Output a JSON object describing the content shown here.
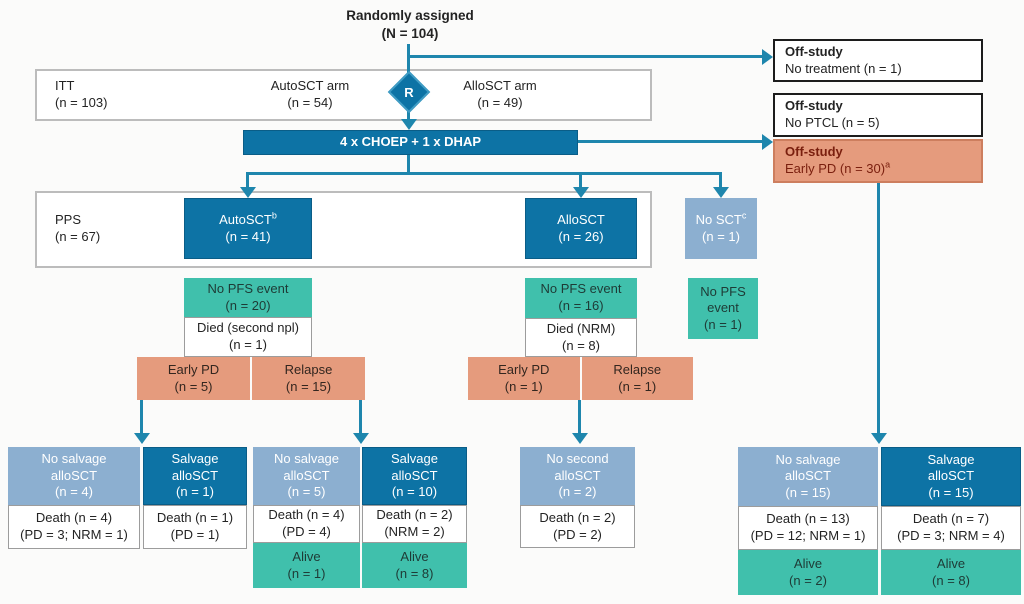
{
  "colors": {
    "dark_blue": "#0d73a5",
    "light_blue": "#8cafd0",
    "teal": "#40c0ac",
    "salmon": "#e59b7d",
    "arrow": "#1e86ad",
    "maroon": "#7a1f0e"
  },
  "top_label": {
    "l1": "Randomly assigned",
    "l2": "(N = 104)"
  },
  "r_badge": "R",
  "itt": {
    "name_l1": "ITT",
    "name_l2": "(n = 103)",
    "auto_arm_l1": "AutoSCT arm",
    "auto_arm_l2": "(n = 54)",
    "allo_arm_l1": "AlloSCT arm",
    "allo_arm_l2": "(n = 49)"
  },
  "chemo_bar": {
    "label": "4 x CHOEP + 1 x DHAP"
  },
  "off_study": {
    "no_treatment": {
      "title": "Off-study",
      "detail": "No treatment (n = 1)"
    },
    "no_ptcl": {
      "title": "Off-study",
      "detail": "No PTCL (n = 5)"
    },
    "early_pd": {
      "title": "Off-study",
      "detail": "Early PD (n = 30)",
      "sup": "a"
    }
  },
  "pps": {
    "name_l1": "PPS",
    "name_l2": "(n = 67)",
    "autosct": {
      "l1": "AutoSCT",
      "sup": "b",
      "l2": "(n = 41)"
    },
    "allosct": {
      "l1": "AlloSCT",
      "l2": "(n = 26)"
    }
  },
  "no_sct": {
    "l1": "No SCT",
    "sup": "c",
    "l2": "(n = 1)"
  },
  "auto_branch": {
    "no_pfs": {
      "l1": "No PFS event",
      "l2": "(n = 20)"
    },
    "died": {
      "l1": "Died (second npl)",
      "l2": "(n = 1)"
    },
    "early_pd": {
      "l1": "Early PD",
      "l2": "(n = 5)"
    },
    "relapse": {
      "l1": "Relapse",
      "l2": "(n = 15)"
    }
  },
  "allo_branch": {
    "no_pfs": {
      "l1": "No PFS event",
      "l2": "(n = 16)"
    },
    "died": {
      "l1": "Died (NRM)",
      "l2": "(n = 8)"
    },
    "early_pd": {
      "l1": "Early PD",
      "l2": "(n = 1)"
    },
    "relapse": {
      "l1": "Relapse",
      "l2": "(n = 1)"
    }
  },
  "no_sct_branch": {
    "no_pfs": {
      "l1": "No PFS",
      "l2": "event",
      "l3": "(n = 1)"
    }
  },
  "outcomes": {
    "auto_early_pd": {
      "no_salvage": {
        "h1": "No salvage",
        "h2": "alloSCT",
        "h3": "(n = 4)",
        "d1": "Death (n = 4)",
        "d2": "(PD = 3; NRM = 1)"
      },
      "salvage": {
        "h1": "Salvage",
        "h2": "alloSCT",
        "h3": "(n = 1)",
        "d1": "Death (n = 1)",
        "d2": "(PD = 1)"
      }
    },
    "auto_relapse": {
      "no_salvage": {
        "h1": "No salvage",
        "h2": "alloSCT",
        "h3": "(n = 5)",
        "d1": "Death (n = 4)",
        "d2": "(PD = 4)",
        "a1": "Alive",
        "a2": "(n = 1)"
      },
      "salvage": {
        "h1": "Salvage",
        "h2": "alloSCT",
        "h3": "(n = 10)",
        "d1": "Death (n = 2)",
        "d2": "(NRM = 2)",
        "a1": "Alive",
        "a2": "(n = 8)"
      }
    },
    "allo_relapse": {
      "no_second": {
        "h1": "No second",
        "h2": "alloSCT",
        "h3": "(n = 2)",
        "d1": "Death (n = 2)",
        "d2": "(PD = 2)"
      }
    },
    "off_early_pd": {
      "no_salvage": {
        "h1": "No salvage",
        "h2": "alloSCT",
        "h3": "(n = 15)",
        "d1": "Death (n = 13)",
        "d2": "(PD = 12; NRM = 1)",
        "a1": "Alive",
        "a2": "(n = 2)"
      },
      "salvage": {
        "h1": "Salvage",
        "h2": "alloSCT",
        "h3": "(n = 15)",
        "d1": "Death (n = 7)",
        "d2": "(PD = 3; NRM = 4)",
        "a1": "Alive",
        "a2": "(n = 8)"
      }
    }
  }
}
